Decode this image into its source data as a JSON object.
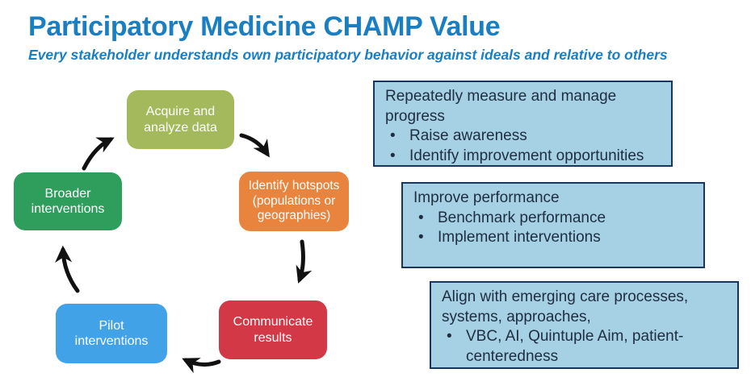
{
  "header": {
    "title": "Participatory Medicine CHAMP Value",
    "subtitle": "Every stakeholder understands own participatory behavior against ideals and relative to others"
  },
  "colors": {
    "title_blue": "#1a7ec2",
    "panel_fill": "#a6d1e4",
    "panel_border": "#17365d",
    "panel_text": "#1e2d40",
    "arrow_black": "#111111"
  },
  "cycle": {
    "nodes": [
      {
        "id": "acquire",
        "label": "Acquire and\nanalyze data",
        "color": "#a3b95b"
      },
      {
        "id": "identify",
        "label": "Identify hotspots\n(populations or\ngeographies)",
        "color": "#e8843d"
      },
      {
        "id": "communicate",
        "label": "Communicate\nresults",
        "color": "#d23845"
      },
      {
        "id": "pilot",
        "label": "Pilot\ninterventions",
        "color": "#41a2e8"
      },
      {
        "id": "broader",
        "label": "Broader\ninterventions",
        "color": "#2f9e5d"
      }
    ],
    "flow": "acquire → identify → communicate → pilot → broader → acquire"
  },
  "panels": [
    {
      "heading": "Repeatedly measure and manage\nprogress",
      "bullets": [
        "Raise awareness",
        "Identify improvement opportunities"
      ]
    },
    {
      "heading": "Improve performance",
      "bullets": [
        "Benchmark performance",
        "Implement interventions"
      ]
    },
    {
      "heading": "Align with emerging care processes,\nsystems, approaches,",
      "bullets": [
        "VBC, AI, Quintuple Aim, patient-centeredness"
      ]
    }
  ]
}
